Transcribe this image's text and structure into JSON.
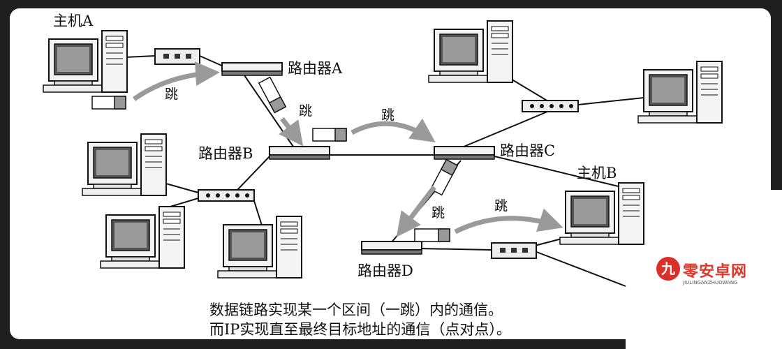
{
  "hosts": {
    "host_a": "主机A",
    "host_b": "主机B"
  },
  "routers": {
    "a": "路由器A",
    "b": "路由器B",
    "c": "路由器C",
    "d": "路由器D"
  },
  "hops": {
    "h1": "跳",
    "h2": "跳",
    "h3": "跳",
    "h4": "跳",
    "h5": "跳"
  },
  "caption": {
    "line1": "数据链路实现某一个区间（一跳）内的通信。",
    "line2": "而IP实现直至最终目标地址的通信（点对点）。"
  },
  "watermark": {
    "badge": "九",
    "title": "零安卓网",
    "subtitle": "JIULINGANZHUOWANG"
  },
  "colors": {
    "arrow": "#9a9a9a",
    "line": "#111111",
    "watermark": "#e0372b"
  }
}
